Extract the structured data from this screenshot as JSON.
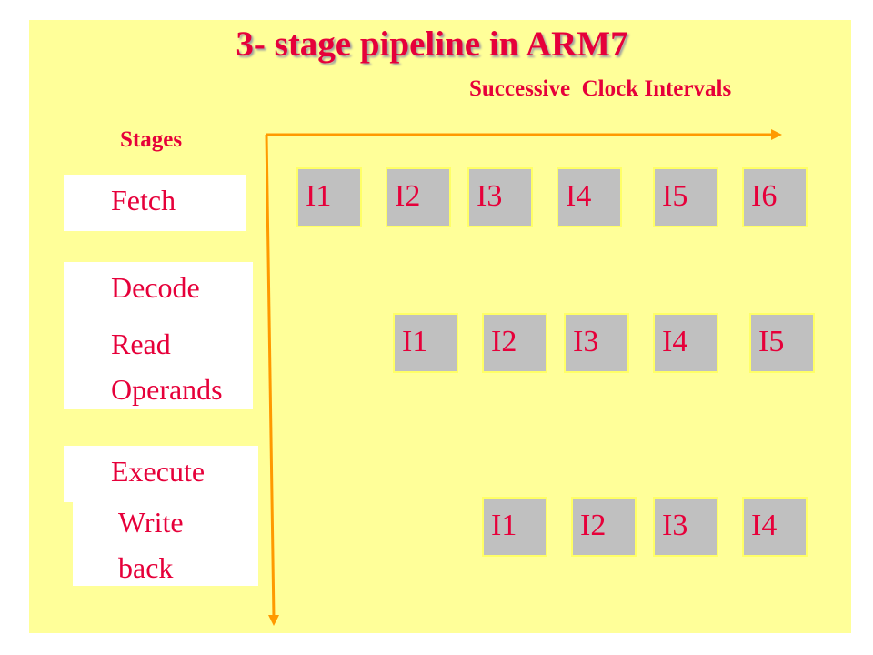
{
  "title": "3- stage pipeline in ARM7",
  "x_axis_label": "Successive  Clock Intervals",
  "y_axis_label": "Stages",
  "colors": {
    "background": "#ffff99",
    "text": "#e6003a",
    "axis": "#ff9900",
    "cell": "#c0c0c0"
  },
  "stages": [
    {
      "lines": [
        "Fetch"
      ],
      "instructions": [
        "I1",
        "I2",
        "I3",
        "I4",
        "I5",
        "I6"
      ]
    },
    {
      "lines": [
        "Decode",
        "Read",
        "Operands"
      ],
      "instructions": [
        "I1",
        "I2",
        "I3",
        "I4",
        "I5"
      ]
    },
    {
      "lines": [
        "Execute",
        "Write",
        "back"
      ],
      "instructions": [
        "I1",
        "I2",
        "I3",
        "I4"
      ]
    }
  ]
}
